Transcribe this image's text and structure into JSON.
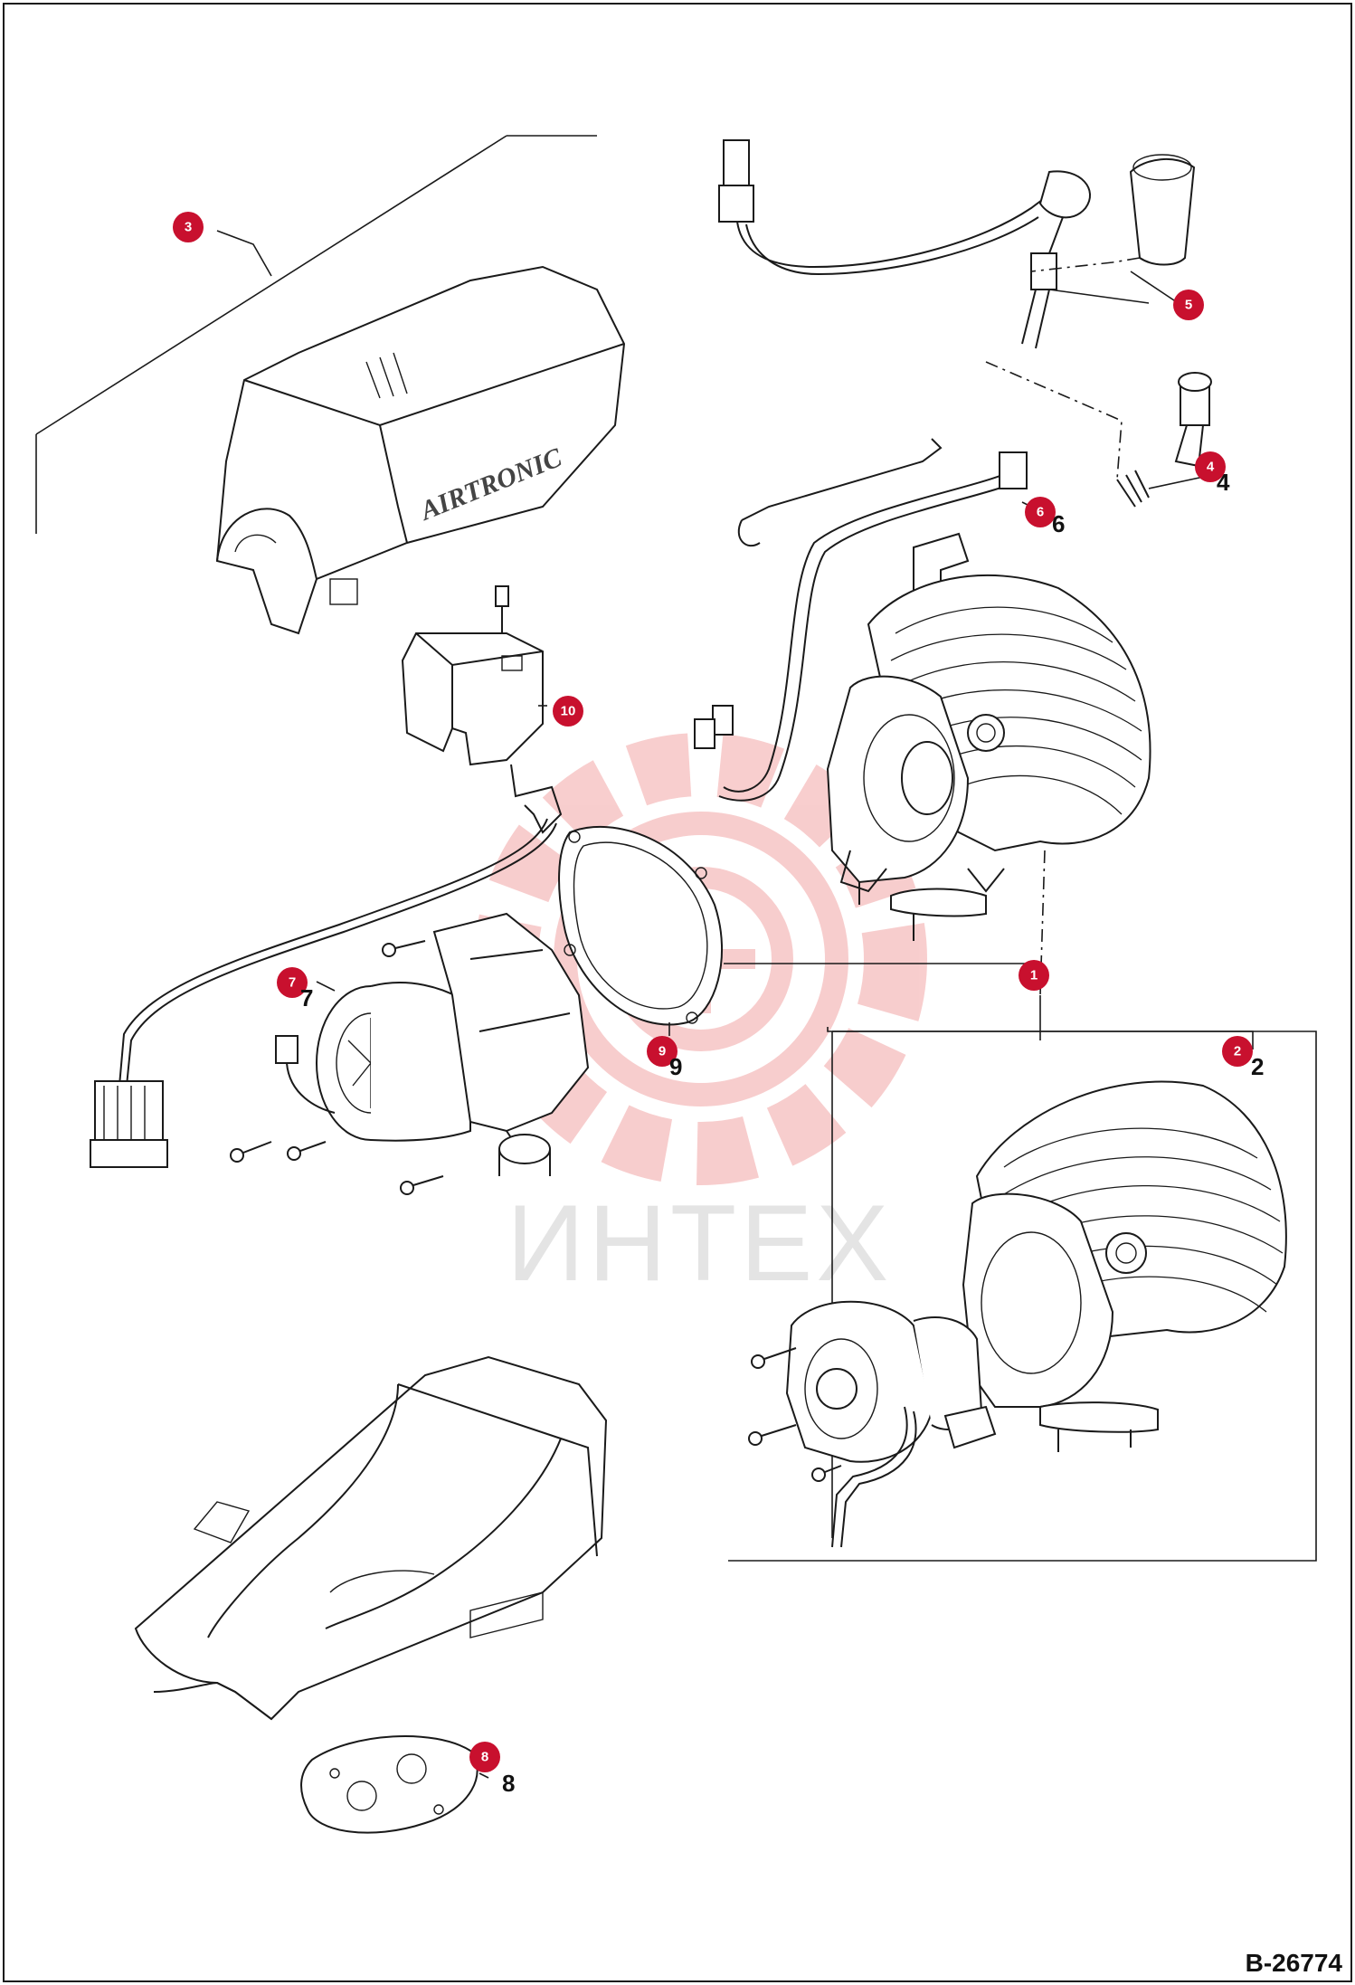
{
  "drawing_code": "B-26774",
  "watermark": "ИНТЕХ",
  "brand_on_cover": "AIRTRONIC",
  "accent_color": "#c8102e",
  "callouts": [
    {
      "id": "1",
      "label": "1"
    },
    {
      "id": "2",
      "label": "2"
    },
    {
      "id": "3",
      "label": "3"
    },
    {
      "id": "4",
      "label": "4"
    },
    {
      "id": "5",
      "label": "5"
    },
    {
      "id": "6",
      "label": "6"
    },
    {
      "id": "7",
      "label": "7"
    },
    {
      "id": "8",
      "label": "8"
    },
    {
      "id": "9",
      "label": "9"
    },
    {
      "id": "10",
      "label": "10"
    }
  ]
}
